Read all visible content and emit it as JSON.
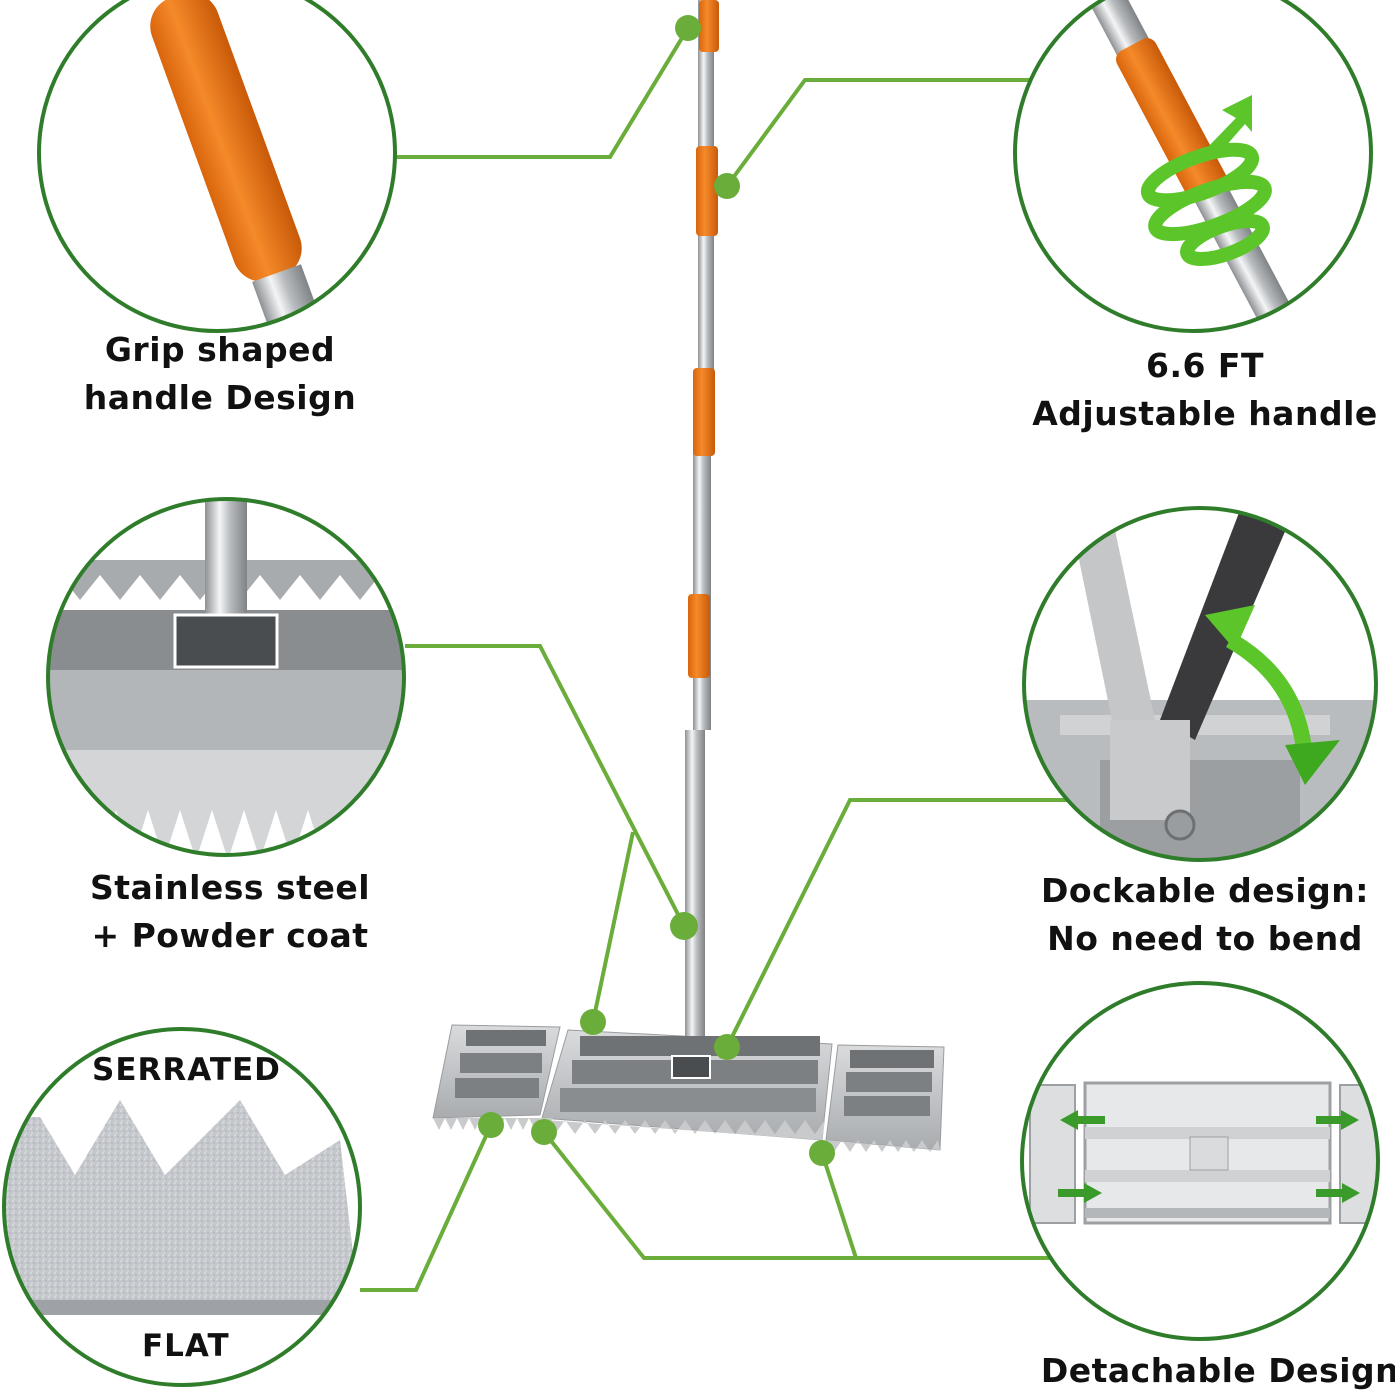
{
  "colors": {
    "connector": "#6aad3a",
    "circle_border": "#2f7d2a",
    "handle_orange": "#f07d1a",
    "steel": "#c9cbcd",
    "arrow_green": "#5cc52a"
  },
  "features": [
    {
      "id": "grip",
      "lines": [
        "Grip shaped",
        "handle Design"
      ],
      "icon": "grip-handle-closeup"
    },
    {
      "id": "adjustable",
      "lines": [
        "6.6 FT",
        "Adjustable handle"
      ],
      "icon": "spiral-arrow-icon"
    },
    {
      "id": "material",
      "lines": [
        "Stainless steel",
        "+ Powder coat"
      ],
      "icon": "bracket-closeup"
    },
    {
      "id": "dockable",
      "lines": [
        "Dockable design:",
        "No need to bend"
      ],
      "icon": "curved-double-arrow-icon"
    },
    {
      "id": "edges",
      "top_label": "SERRATED",
      "bottom_label": "FLAT",
      "icon": "serrated-edge-closeup"
    },
    {
      "id": "detachable",
      "lines": [
        "Detachable Design"
      ],
      "icon": "detach-arrows-icon"
    }
  ]
}
